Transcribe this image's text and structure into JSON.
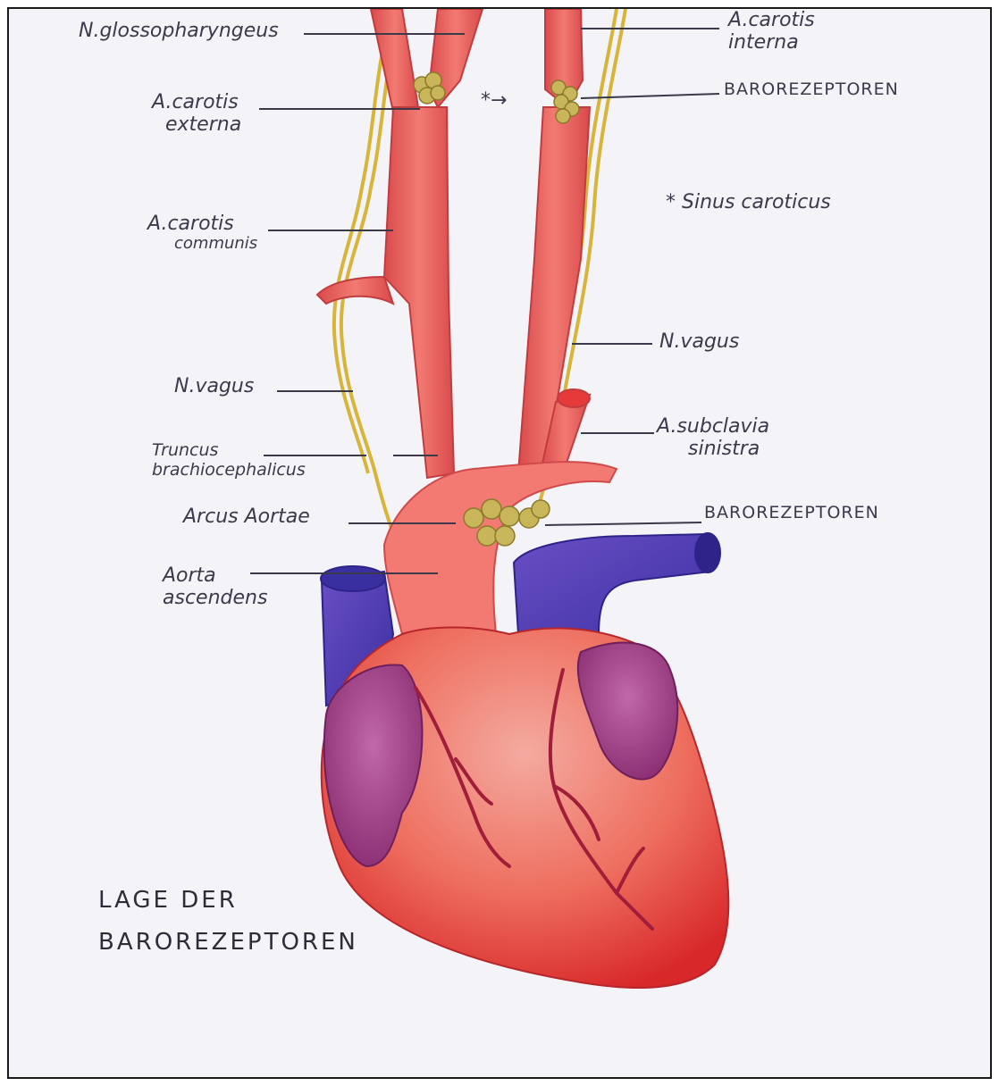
{
  "labels": {
    "glosso": "N.glossopharyngeus",
    "carotis_interna": [
      "A.carotis",
      "interna"
    ],
    "baro_top": "BAROREZEPTOREN",
    "carotis_externa": [
      "A.carotis",
      "externa"
    ],
    "asterisk_arrow": "*→",
    "sinus": "* Sinus caroticus",
    "carotis_communis": [
      "A.carotis",
      "communis"
    ],
    "vagus_right": "N.vagus",
    "vagus_left": "N.vagus",
    "subclavia": [
      "A.subclavia",
      "sinistra"
    ],
    "truncus": [
      "Truncus",
      "brachiocephalicus"
    ],
    "arcus": "Arcus Aortae",
    "baro_mid": "BAROREZEPTOREN",
    "aorta_asc": [
      "Aorta",
      "ascendens"
    ]
  },
  "title": [
    "LAGE DER",
    "BAROREZEPTOREN"
  ],
  "colors": {
    "artery": "#e8575a",
    "vein": "#4b3fb4",
    "heart_red": "#e33b33",
    "heart_pink": "#f29a92",
    "atrium": "#9d3b86",
    "nerve": "#d7b53a",
    "baroreceptor": "#c9b65a",
    "ink": "#3a3a4a"
  }
}
